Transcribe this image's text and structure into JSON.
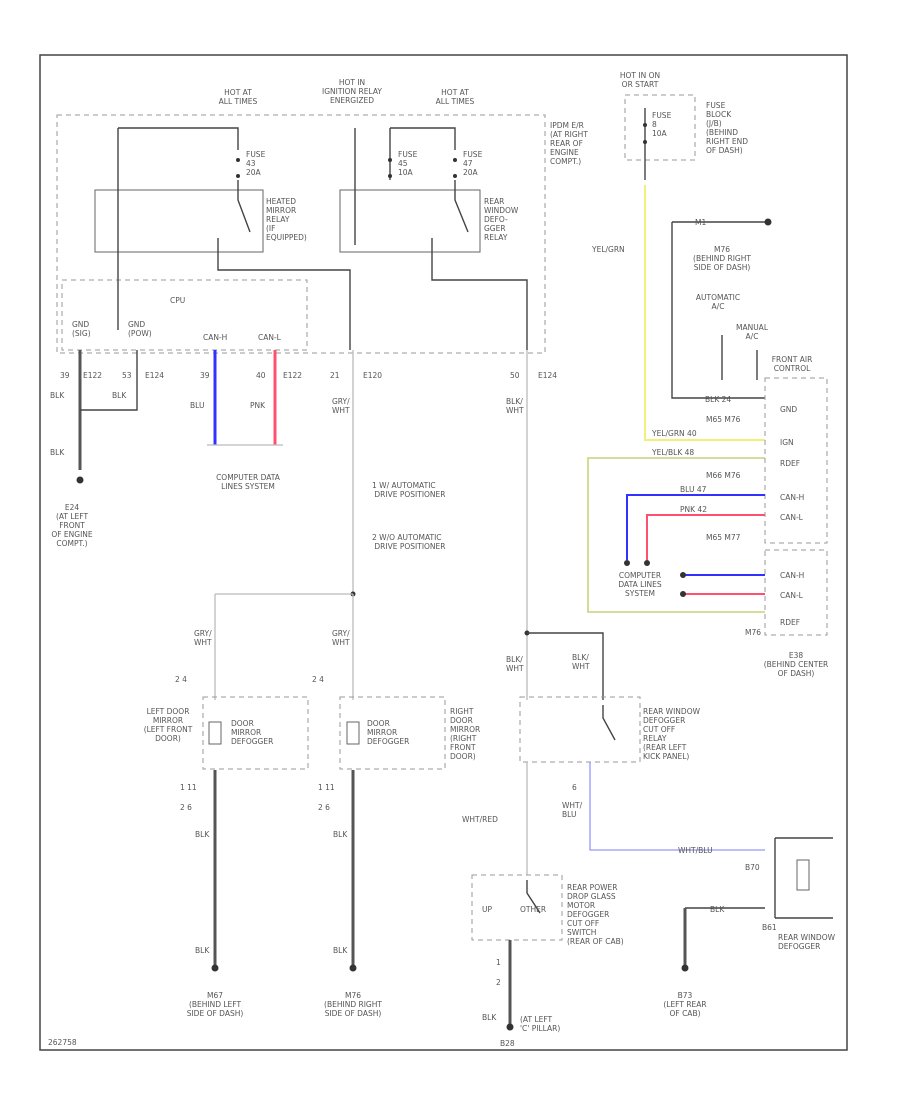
{
  "labels": {
    "hot_at_acc_ig_left": "HOT AT\nALL TIMES",
    "hot_ig_relay": "HOT IN\nIGNITION RELAY\nENERGIZED",
    "hot_at_acc_ig_mid": "HOT AT\nALL TIMES",
    "hot_in_on": "HOT IN ON\nOR START",
    "ipdm_loc": "IPDM E/R\n(AT RIGHT\nREAR OF\nENGINE\nCOMPT.)",
    "fuse_a_label": "FUSE\n43\n20A",
    "fuse_b_label": "FUSE\n45\n10A",
    "fuse_c_label": "FUSE\n47\n20A",
    "fuse_block_label": "FUSE\nBLOCK\n(J/B)\n(BEHIND\nRIGHT END\nOF DASH)",
    "fuse_block_fuse": "FUSE\n8\n10A",
    "heated_mirror_relay": "HEATED\nMIRROR\nRELAY\n(IF\nEQUIPPED)",
    "rear_defog_relay": "REAR\nWINDOW\nDEFO-\nGGER\nRELAY",
    "cpu": "CPU",
    "gnd_left": "GND\n(SIG)",
    "gnd_right": "GND\n(POW)",
    "canh": "CAN-H",
    "canl": "CAN-L",
    "conn_e122_a": "E122",
    "conn_e124_a": "E124",
    "conn_e122_b": "E122",
    "conn_e120": "E120",
    "conn_e124_b": "E124",
    "pin_39": "39",
    "pin_53": "53",
    "pin_39b": "39",
    "pin_40": "40",
    "pin_21": "21",
    "pin_50": "50",
    "blk_1": "BLK",
    "blk_2": "BLK",
    "blk_3": "BLK",
    "blu": "BLU",
    "pnk": "PNK",
    "gry_wht": "GRY/\nWHT",
    "blk_wht": "BLK/\nWHT",
    "computer_data_lines_left": "COMPUTER DATA\nLINES SYSTEM",
    "e24_ground": "E24\n(AT LEFT\nFRONT\nOF ENGINE\nCOMPT.)",
    "note_1": "1  W/ AUTOMATIC\n    DRIVE POSITIONER",
    "note_2": "2  W/O AUTOMATIC\n    DRIVE POSITIONER",
    "yel_grn": "YEL/GRN",
    "m1_header": "M1",
    "m76_ground": "M76\n(BEHIND RIGHT\nSIDE OF DASH)",
    "automatic_ac": "AUTOMATIC\nA/C",
    "manual_ac": "MANUAL\nA/C",
    "front_air_control": "FRONT AIR\nCONTROL",
    "gnd": "GND",
    "ign": "IGN",
    "rdef": "RDEF",
    "m_gnd_pin": "BLK  24",
    "m_ign_pin": "YEL/GRN  40",
    "m_rdef_pin": "YEL/BLK  48",
    "m_canh_pin": "BLU  47",
    "m_canl_pin": "PNK  42",
    "m_nums_a": "M65    M76",
    "m_nums_b": "M66    M76",
    "m_nums_c": "M65    M77",
    "computer_data_lines_right": "COMPUTER\nDATA LINES\nSYSTEM",
    "m76_bottom": "M76",
    "e38_loc": "E38\n(BEHIND CENTER\nOF DASH)",
    "blk_wht_e38": "BLK/\nWHT",
    "left_door_mirror": "LEFT DOOR\nMIRROR\n(LEFT FRONT\nDOOR)",
    "door_mirror_defogger_l": "DOOR\nMIRROR\nDEFOGGER",
    "door_mirror_defogger_r": "DOOR\nMIRROR\nDEFOGGER",
    "right_door_mirror": "RIGHT\nDOOR\nMIRROR\n(RIGHT\nFRONT\nDOOR)",
    "rear_defog_cutoff_relay": "REAR WINDOW\nDEFOGGER\nCUT OFF\nRELAY\n(REAR LEFT\nKICK PANEL)",
    "wht_red": "WHT/RED",
    "wht_blu_1": "WHT/\nBLU",
    "wht_blu_2": "WHT/BLU",
    "rear_power_drop": "REAR POWER\nDROP GLASS\nMOTOR\nDEFOGGER\nCUT OFF\nSWITCH\n(REAR OF CAB)",
    "up": "UP",
    "other": "OTHER",
    "b70": "B70",
    "b61": "B61",
    "rear_window_defogger": "REAR WINDOW\nDEFOGGER",
    "b73_ground": "B73\n(LEFT REAR\nOF CAB)",
    "m67_ground": "M67\n(BEHIND LEFT\nSIDE OF DASH)",
    "m76_ground_b": "M76\n(BEHIND RIGHT\nSIDE OF DASH)",
    "b28_ground": "(AT LEFT\n'C' PILLAR)",
    "b28": "B28",
    "pins_24_a": "2    4",
    "pins_24_b": "2    4",
    "pins_11_a": "1   11",
    "pins_11_b": "1   11",
    "pins_36_a": "2    6",
    "pins_36_b": "2    6",
    "pin_6": "6",
    "pin_1": "1",
    "pin_2": "2",
    "diagram_id": "262758"
  },
  "colors": {
    "yellow": "#f0f07a",
    "yellow_green": "#c8d27a",
    "blue": "#3232ff",
    "pink": "#ff5070",
    "light_blue": "#9696ff"
  }
}
